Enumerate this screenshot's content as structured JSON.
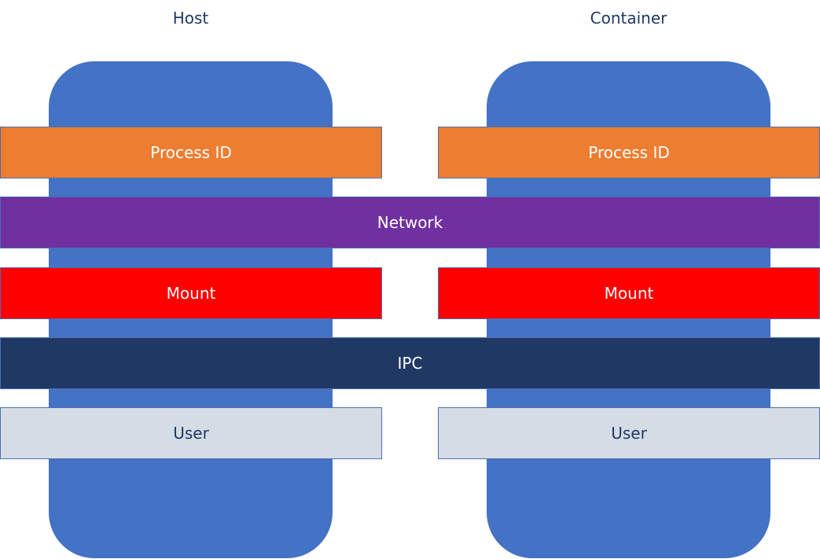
{
  "columns": {
    "host": "Host",
    "container": "Container"
  },
  "namespaces": {
    "process_id": {
      "host": "Process ID",
      "container": "Process ID",
      "shared": false
    },
    "network": {
      "label": "Network",
      "shared": true
    },
    "mount": {
      "host": "Mount",
      "container": "Mount",
      "shared": false
    },
    "ipc": {
      "label": "IPC",
      "shared": true
    },
    "user": {
      "host": "User",
      "container": "User",
      "shared": false
    }
  },
  "colors": {
    "title_text": "#1f3864",
    "pillar": "#4472c4",
    "process_id": "#ed7d31",
    "network": "#7030a0",
    "mount": "#ff0000",
    "ipc": "#203864",
    "user": "#d6dce5",
    "user_text": "#1f3864"
  }
}
